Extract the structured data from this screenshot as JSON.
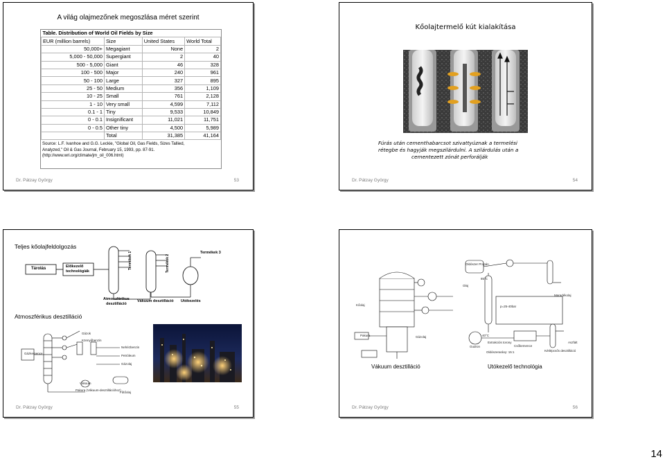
{
  "slide1": {
    "title": "A világ olajmezőnek megoszlása méret szerint",
    "table_title": "Table. Distribution of World Oil Fields by Size",
    "headers": [
      "EUR (million barrels)",
      "Size",
      "United States",
      "World Total"
    ],
    "rows": [
      [
        "50,000+",
        "Megagiant",
        "None",
        "2"
      ],
      [
        "5,000 - 50,000",
        "Supergiant",
        "2",
        "40"
      ],
      [
        "500 - 5,000",
        "Giant",
        "46",
        "328"
      ],
      [
        "100 - 500",
        "Major",
        "240",
        "961"
      ],
      [
        "50 - 100",
        "Large",
        "327",
        "895"
      ],
      [
        "25 - 50",
        "Medium",
        "356",
        "1,109"
      ],
      [
        "10 - 25",
        "Small",
        "761",
        "2,128"
      ],
      [
        "1 - 10",
        "Very small",
        "4,599",
        "7,112"
      ],
      [
        "0.1 - 1",
        "Tiny",
        "9,533",
        "10,849"
      ],
      [
        "0 - 0.1",
        "Insignificant",
        "11,021",
        "11,751"
      ],
      [
        "0 - 0.5",
        "Other tiny",
        "4,500",
        "5,989"
      ],
      [
        "",
        "Total",
        "31,385",
        "41,164"
      ]
    ],
    "source_line1": "Source: L.F. Ivanhoe and G.G. Leckie, \"Global Oil, Gas Fields, Sizes Tallied,",
    "source_line2": "Analyzed,\" Oil & Gas Journal, February 15, 1993, pp. 87-91.",
    "source_line3": "(http://www.wri.org/climate/jm_oil_006.html)",
    "author": "Dr. Pátzay György",
    "page": "53"
  },
  "slide2": {
    "title": "Kőolajtermelő kút kialakítása",
    "caption_line1": "Fúrás után cementhabarcsot szivattyúznak a termelési",
    "caption_line2": "rétegbe és hagyják megszilárdulni. A szilárdulás után a",
    "caption_line3": "cementezett zónát perforálják",
    "author": "Dr. Pátzay György",
    "page": "54"
  },
  "slide3": {
    "title": "Teljes kőolajfeldolgozás",
    "subtitle": "Atmoszférikus desztilláció",
    "box_storage": "Tárolás",
    "box_pretreat_1": "Előkezelő",
    "box_pretreat_2": "technológiák",
    "label_atm_1": "Atmoszférikus",
    "label_atm_2": "desztilláció",
    "label_vac": "Vákuum desztilláció",
    "label_post": "Utókezelés",
    "label_products1": "Termékek 1",
    "label_products2": "Termékek 2",
    "label_products3": "Termékek 3",
    "mini_labels": [
      "Gázok",
      "Könnyűbenzin",
      "Nehézbenzin",
      "Petróleum",
      "Gázolaj",
      "Gázkemence",
      "Vákuum",
      "Pakura (Vákuum-desztillációhoz)",
      "Fűtőolaj"
    ],
    "author": "Dr. Pátzay György",
    "page": "55"
  },
  "slide4": {
    "label_vacuum": "Vákuum desztilláció",
    "label_post": "Utókezelő technológia",
    "mini_labels": [
      "Kőolaj",
      "Oldószer Propán",
      "85°C",
      "Olaj",
      "Maradékolaj",
      "p=25-40bar",
      "40°C",
      "Gudron",
      "Extrakciós torony",
      "Oldószerarány: 15:1",
      "Csőkemence",
      "Kétlépcsős desztilláció",
      "Aszfalt",
      "Pakura",
      "Gázolaj"
    ],
    "author": "Dr. Pátzay György",
    "page": "56"
  },
  "page_number": "14"
}
